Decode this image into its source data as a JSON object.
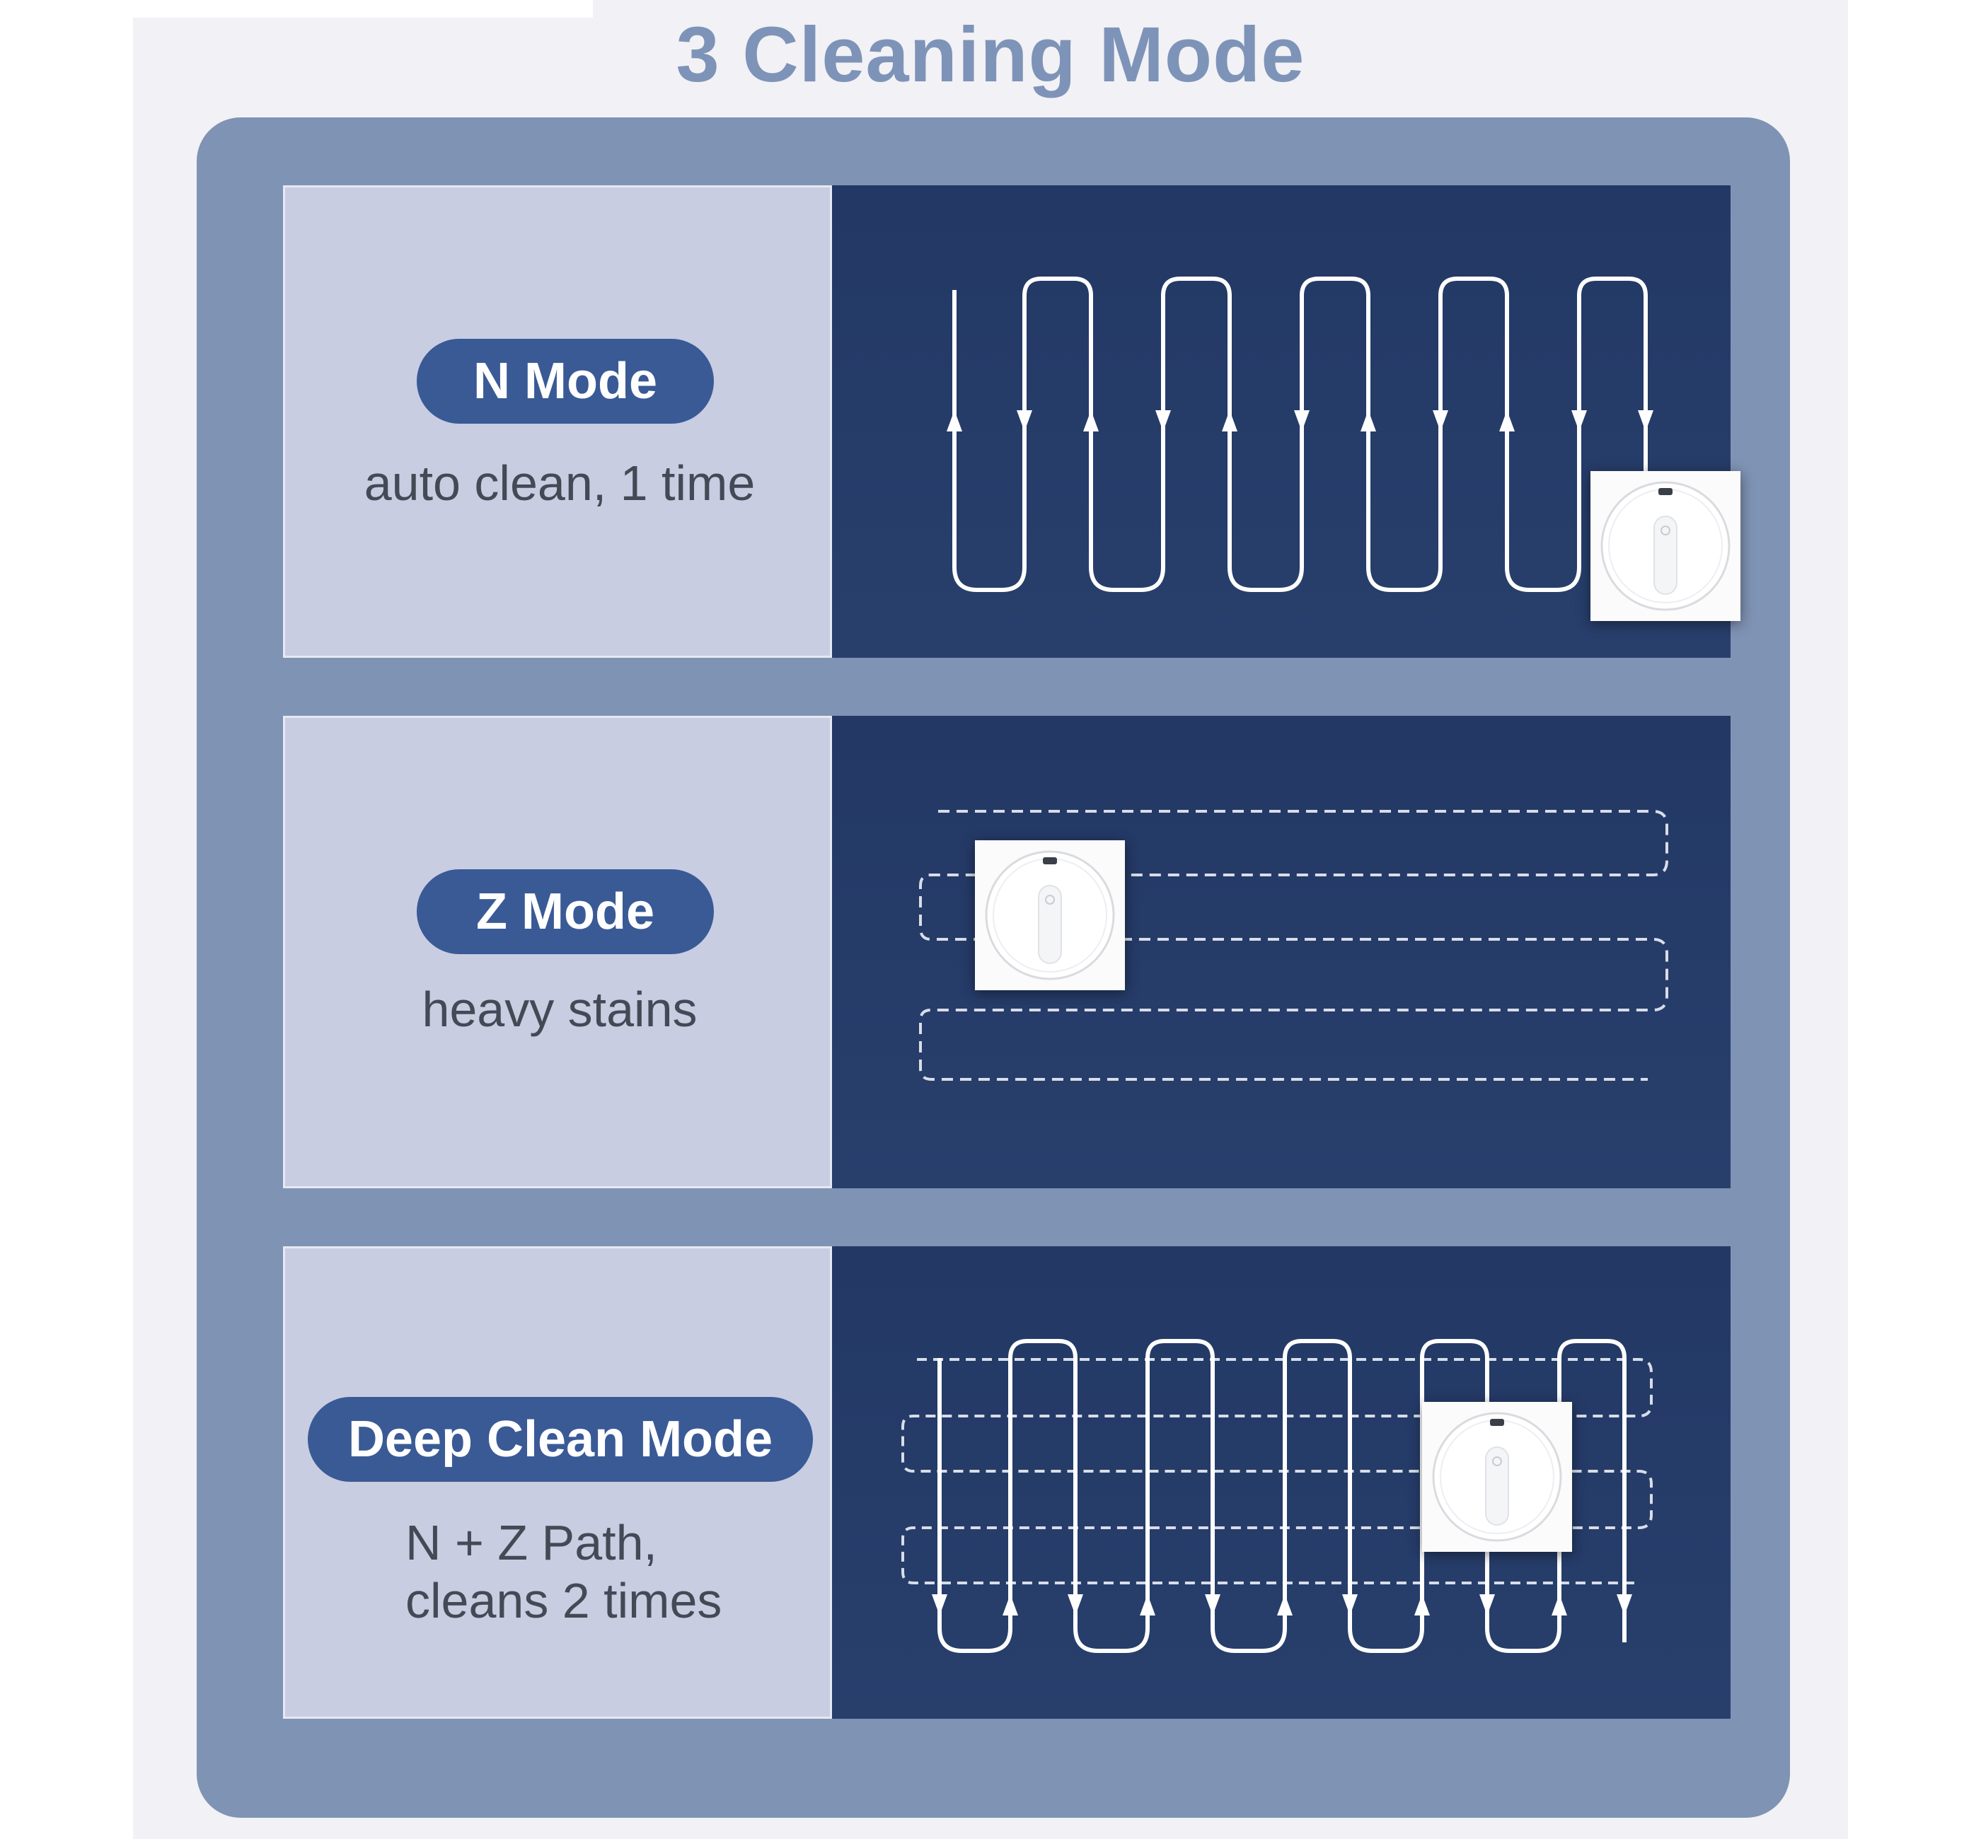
{
  "title": "3 Cleaning Mode",
  "modes": [
    {
      "name": "N Mode",
      "description_lines": [
        "auto clean, 1 time"
      ]
    },
    {
      "name": "Z Mode",
      "description_lines": [
        "heavy stains"
      ]
    },
    {
      "name": "Deep Clean Mode",
      "description_lines": [
        "N + Z Path,",
        "cleans 2 times"
      ]
    }
  ],
  "icons": {
    "robot": "window-cleaning-robot-icon",
    "n_path": "n-path-icon",
    "z_path": "z-path-icon"
  },
  "colors": {
    "title": "#7e93b8",
    "frame": "#7f93b4",
    "label_panel": "#c8cde2",
    "path_panel": "#243a67",
    "pill": "#3a5a96"
  }
}
